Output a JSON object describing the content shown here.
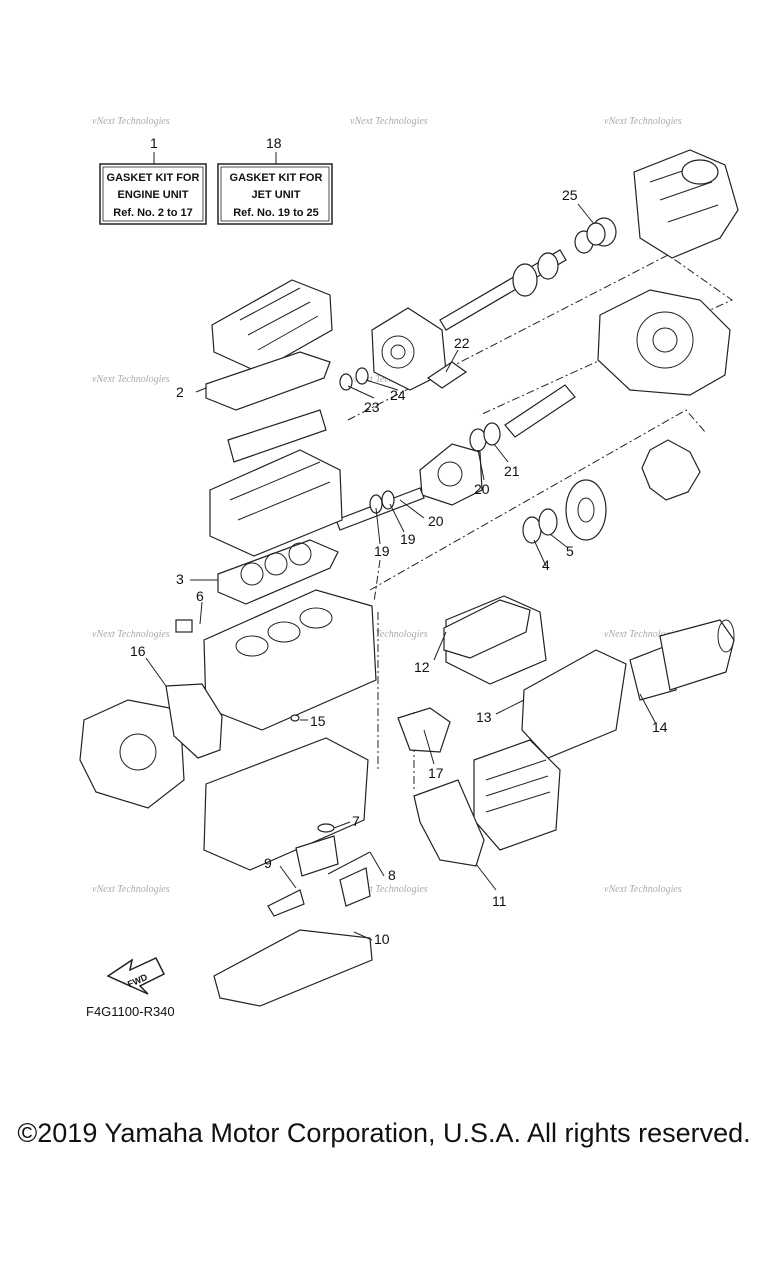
{
  "kits": [
    {
      "ref": "1",
      "lines": [
        "GASKET KIT FOR",
        "ENGINE UNIT",
        "Ref. No. 2 to 17"
      ]
    },
    {
      "ref": "18",
      "lines": [
        "GASKET KIT FOR",
        "JET UNIT",
        "Ref. No. 19 to 25"
      ]
    }
  ],
  "callouts": [
    "2",
    "3",
    "4",
    "5",
    "6",
    "7",
    "8",
    "9",
    "10",
    "11",
    "12",
    "13",
    "14",
    "15",
    "16",
    "17",
    "19",
    "19",
    "20",
    "20",
    "21",
    "22",
    "23",
    "24",
    "25"
  ],
  "watermark": "vNext Technologies",
  "fwd_label": "FWD",
  "diagram_code": "F4G1100-R340",
  "copyright": "©2019 Yamaha Motor Corporation, U.S.A. All rights reserved."
}
